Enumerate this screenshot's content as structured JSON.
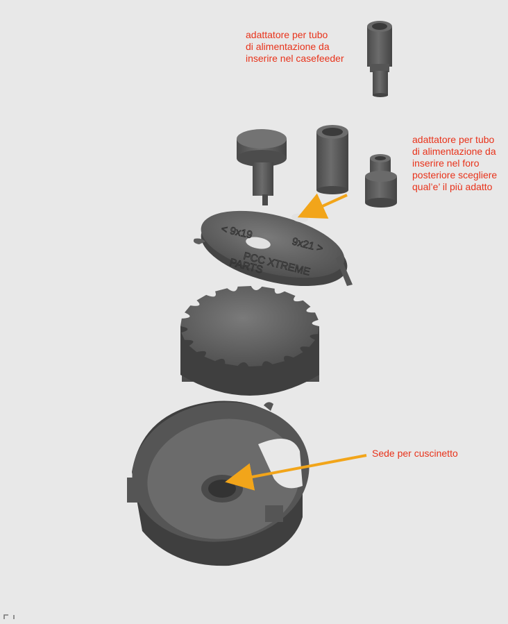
{
  "annotations": {
    "top_adapter": "adattatore per tubo\ndi alimentazione da\ninserire nel casefeeder",
    "rear_adapter": "adattatore per tubo\ndi alimentazione da\ninserire nel foro\nposteriore scegliere\nqual’e’ il più adatto",
    "bearing_seat": "Sede per cuscinetto"
  },
  "plate_engraving": {
    "size_left": "< 9x19",
    "size_right": "9x21 >",
    "brand_line1": "PCC XTREME",
    "brand_line2": "PARTS"
  },
  "colors": {
    "background": "#e8e8e8",
    "part": "#5b5b5b",
    "annotation_text": "#e8321a",
    "arrow": "#f2a51a"
  },
  "icons": {
    "expand": "expand-corners-icon"
  }
}
